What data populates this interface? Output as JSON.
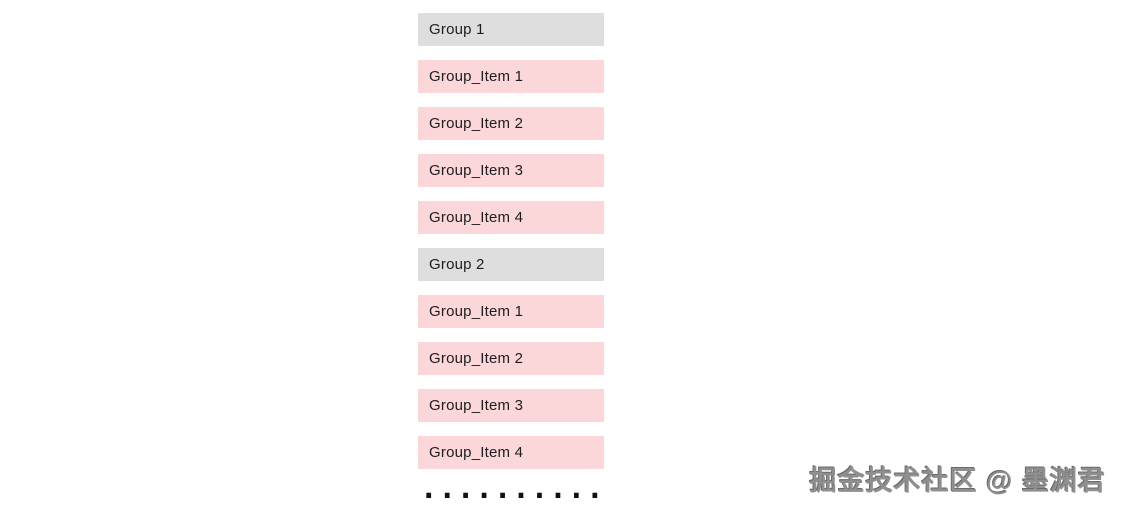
{
  "list": {
    "groups": [
      {
        "header": "Group 1",
        "items": [
          "Group_Item 1",
          "Group_Item 2",
          "Group_Item 3",
          "Group_Item 4"
        ]
      },
      {
        "header": "Group 2",
        "items": [
          "Group_Item 1",
          "Group_Item 2",
          "Group_Item 3",
          "Group_Item 4"
        ]
      }
    ],
    "ellipsis": "..........",
    "colors": {
      "header_bg": "#dedede",
      "item_bg": "#fbd7d9",
      "text": "#1d1d1f"
    }
  },
  "watermark": {
    "text": "掘金技术社区 @ 墨渊君"
  }
}
